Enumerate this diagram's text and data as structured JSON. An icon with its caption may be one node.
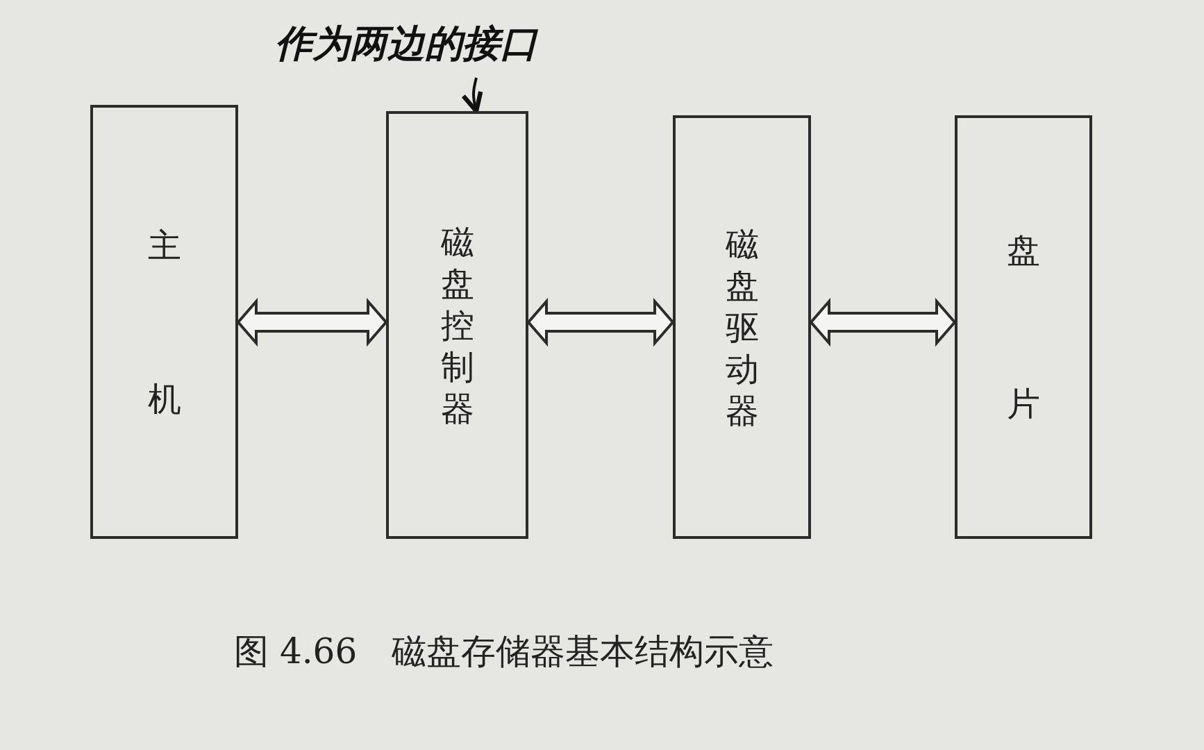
{
  "diagram": {
    "caption": "图 4.66　磁盘存储器基本结构示意",
    "nodes": [
      {
        "text": [
          "主机"
        ]
      },
      {
        "text": [
          "磁盘控制器"
        ]
      },
      {
        "text": [
          "磁盘驱动器"
        ]
      },
      {
        "text": [
          "盘片"
        ]
      },
      {
        "text": [
          "作为两边的接口"
        ]
      }
    ],
    "edges": [
      {
        "from": 0,
        "to": 1,
        "arrow": "both"
      },
      {
        "from": 1,
        "to": 2,
        "arrow": "both"
      },
      {
        "from": 2,
        "to": 3,
        "arrow": "both"
      },
      {
        "from": 4,
        "to": 1,
        "arrow": "to"
      }
    ]
  }
}
